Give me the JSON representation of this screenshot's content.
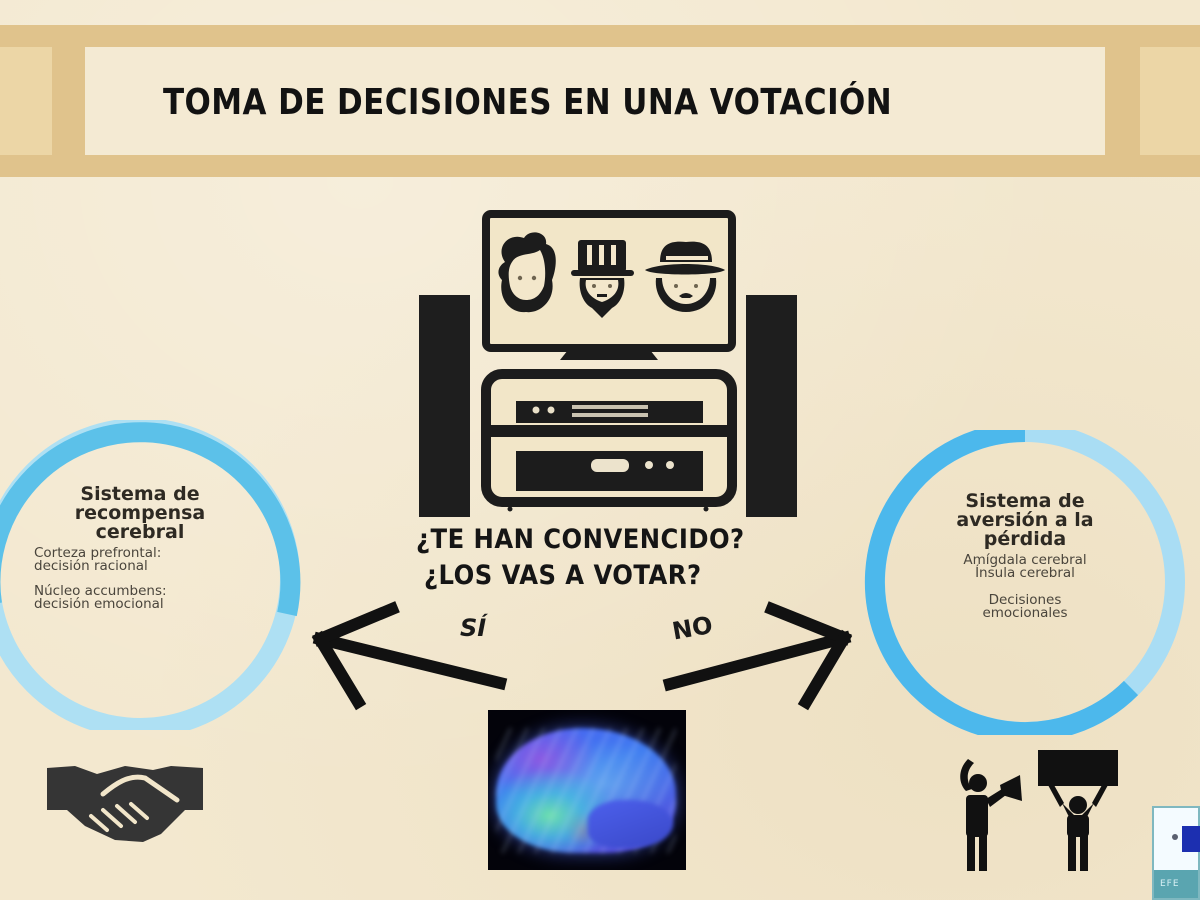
{
  "header": {
    "title": "TOMA DE DECISIONES EN UNA VOTACIÓN"
  },
  "center": {
    "tv_icon": "tv-with-politicians-icon",
    "faces": [
      "bearded-man-face-icon",
      "top-hat-man-face-icon",
      "fedora-man-face-icon"
    ],
    "question_line1": "¿TE HAN CONVENCIDO?",
    "question_line2": "¿LOS VAS A VOTAR?",
    "yes_label": "SÍ",
    "no_label": "NO",
    "brain_image": "brain-scan-image"
  },
  "left_panel": {
    "title_line1": "Sistema de",
    "title_line2": "recompensa",
    "title_line3": "cerebral",
    "item1_line1": "Corteza prefrontal:",
    "item1_line2": "decisión racional",
    "item2_line1": "Núcleo accumbens:",
    "item2_line2": "decisión emocional",
    "icon": "handshake-icon",
    "ring_colors": {
      "primary": "#5cc1e9",
      "secondary": "#aee0f3"
    }
  },
  "right_panel": {
    "title_line1": "Sistema  de",
    "title_line2": "aversión a la",
    "title_line3": "pérdida",
    "item1_line1": "Amígdala cerebral",
    "item1_line2": "Ínsula cerebral",
    "item2_line1": "Decisiones",
    "item2_line2": "emocionales",
    "icon": "protesters-icon",
    "ring_colors": {
      "primary": "#4cb8ec",
      "secondary": "#a9ddf4"
    }
  },
  "footer": {
    "logo_text": "EFE",
    "logo_icon": "efe-logo-icon"
  },
  "colors": {
    "background": "#f3e8cf",
    "banner_band": "#e0c38c",
    "banner_panel": "#f4ead3",
    "ink": "#1c1c1c"
  }
}
